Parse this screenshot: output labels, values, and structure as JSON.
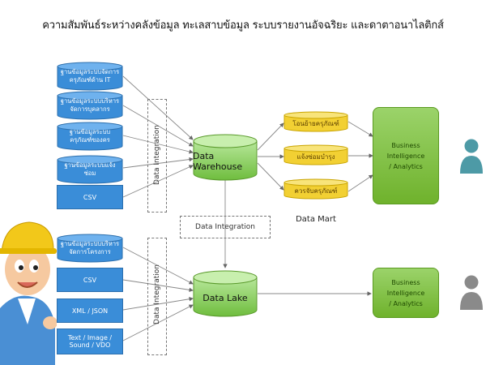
{
  "title": "ความสัมพันธ์ระหว่างคลังข้อมูล ทะเลสาบข้อมูล ระบบรายงานอัจฉริยะ และดาตาอนาไลติกส์",
  "warehouse_sources": [
    "ฐานข้อมูลระบบจัดการ\nครุภัณฑ์ด้าน IT",
    "ฐานข้อมูลระบบบริหาร\nจัดการบุคลากร",
    "ฐานข้อมูลระบบ\nครุภัณฑ์ของคร",
    "ฐานข้อมูลระบบแจ้งซ่อม",
    "CSV"
  ],
  "lake_sources": [
    "ฐานข้อมูลระบบบริหาร\nจัดการโครงการ",
    "CSV",
    "XML / JSON",
    "Text / Image /\nSound / VDO"
  ],
  "integration_label_top": "Data Integration",
  "integration_label_bottom": "Data Integration",
  "integration_label_middle": "Data Integration",
  "data_warehouse": "Data Warehouse",
  "data_lake": "Data Lake",
  "data_marts": [
    "โอนย้ายครุภัณฑ์",
    "แจ้งซ่อมบำรุง",
    "ควรจับครุภัณฑ์"
  ],
  "data_mart_label": "Data Mart",
  "bi_top": "Business Intelligence\n/ Analytics",
  "bi_bottom": "Business Intelligence\n/ Analytics",
  "colors": {
    "source_blue": "#3a8dd8",
    "store_green": "#8fd46a",
    "mart_yellow": "#f2d033",
    "bi_green": "#7fc241",
    "user_teal": "#4d9aa6",
    "user_gray": "#8a8a8a"
  },
  "icons": [
    "user-icon",
    "engineer-mascot"
  ]
}
